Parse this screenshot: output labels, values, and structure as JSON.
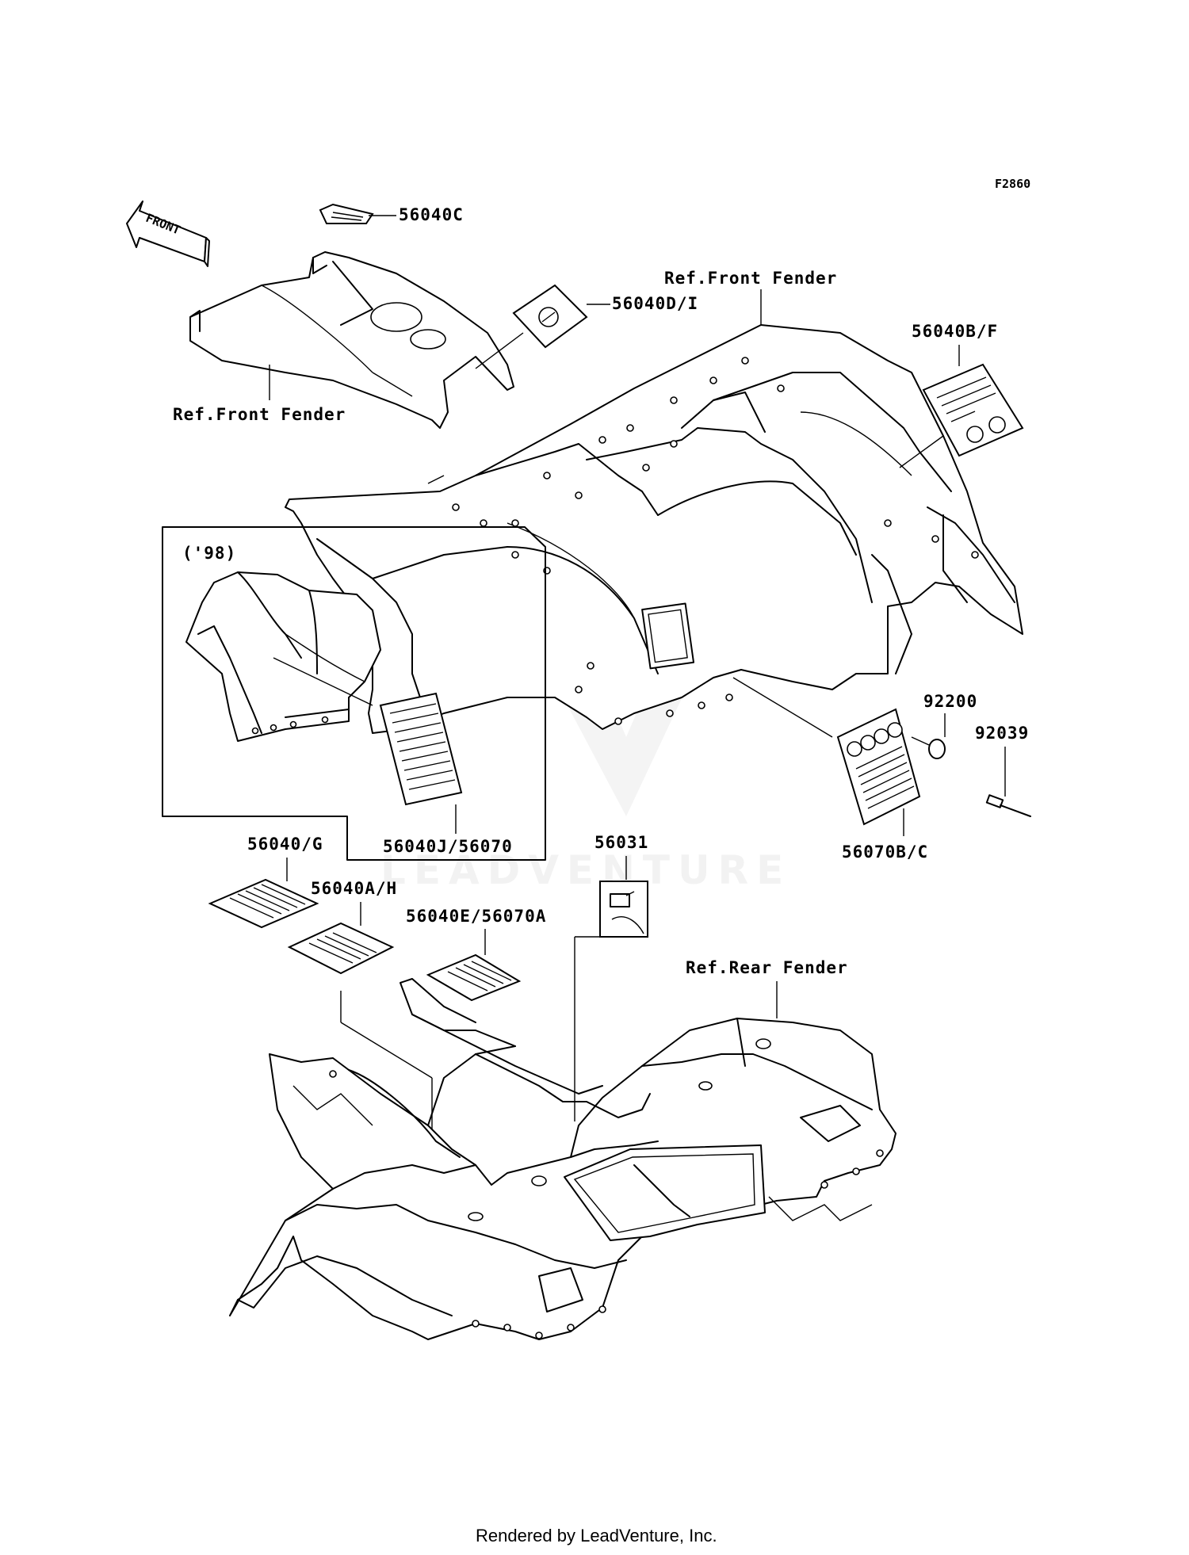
{
  "figure_code": "F2860",
  "front_arrow": {
    "text": "FRONT"
  },
  "watermark": {
    "text": "LEADVENTURE"
  },
  "inset_note": "('98)",
  "references": {
    "front_fender_upper": "Ref.Front Fender",
    "front_fender_left": "Ref.Front Fender",
    "rear_fender": "Ref.Rear Fender"
  },
  "callouts": [
    {
      "id": "56040C",
      "label": "56040C"
    },
    {
      "id": "56040D/I",
      "label": "56040D/I"
    },
    {
      "id": "56040B/F",
      "label": "56040B/F"
    },
    {
      "id": "92200",
      "label": "92200"
    },
    {
      "id": "92039",
      "label": "92039"
    },
    {
      "id": "56070B/C",
      "label": "56070B/C"
    },
    {
      "id": "56040J/56070",
      "label": "56040J/56070"
    },
    {
      "id": "56040/G",
      "label": "56040/G"
    },
    {
      "id": "56040A/H",
      "label": "56040A/H"
    },
    {
      "id": "56040E/56070A",
      "label": "56040E/56070A"
    },
    {
      "id": "56031",
      "label": "56031"
    }
  ],
  "footer": "Rendered by LeadVenture, Inc."
}
